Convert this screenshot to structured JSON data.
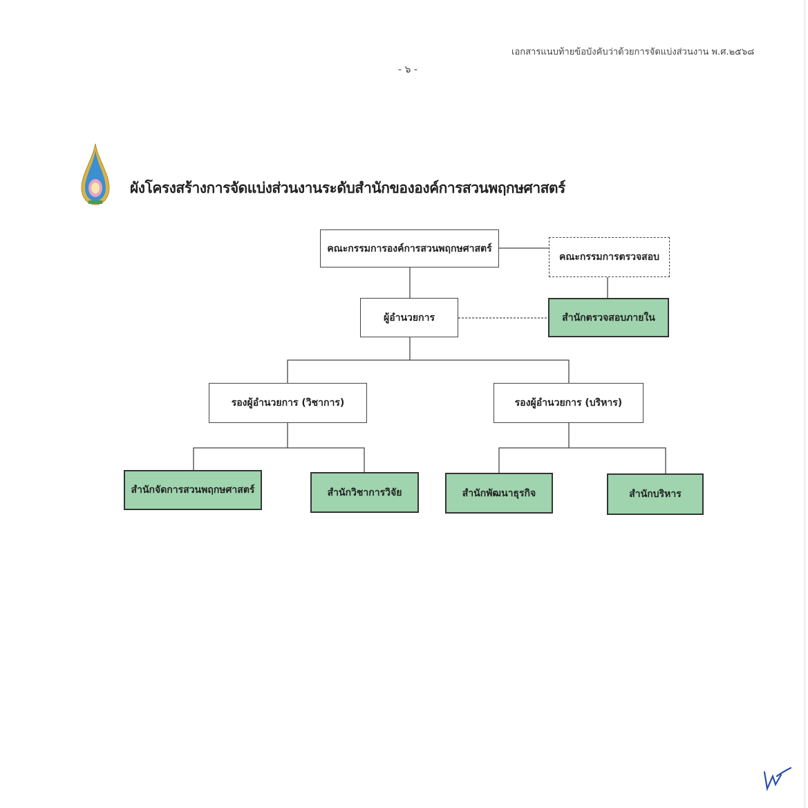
{
  "header": {
    "doc_reference": "เอกสารแนบท้ายข้อบังคับว่าด้วยการจัดแบ่งส่วนงาน พ.ศ.๒๕๖๘",
    "page_number": "- ๖ -"
  },
  "title": "ผังโครงสร้างการจัดแบ่งส่วนงานระดับสำนักขององค์การสวนพฤกษศาสตร์",
  "colors": {
    "office_fill": "#9fd4ae",
    "signature": "#2a4fa8"
  },
  "org_chart": {
    "board": "คณะกรรมการองค์การสวนพฤกษศาสตร์",
    "audit_committee": "คณะกรรมการตรวจสอบ",
    "director": "ผู้อำนวยการ",
    "internal_audit_office": "สำนักตรวจสอบภายใน",
    "deputy_academic": "รองผู้อำนวยการ (วิชาการ)",
    "deputy_admin": "รองผู้อำนวยการ (บริหาร)",
    "offices": [
      "สำนักจัดการสวนพฤกษศาสตร์",
      "สำนักวิชาการวิจัย",
      "สำนักพัฒนาธุรกิจ",
      "สำนักบริหาร"
    ]
  }
}
